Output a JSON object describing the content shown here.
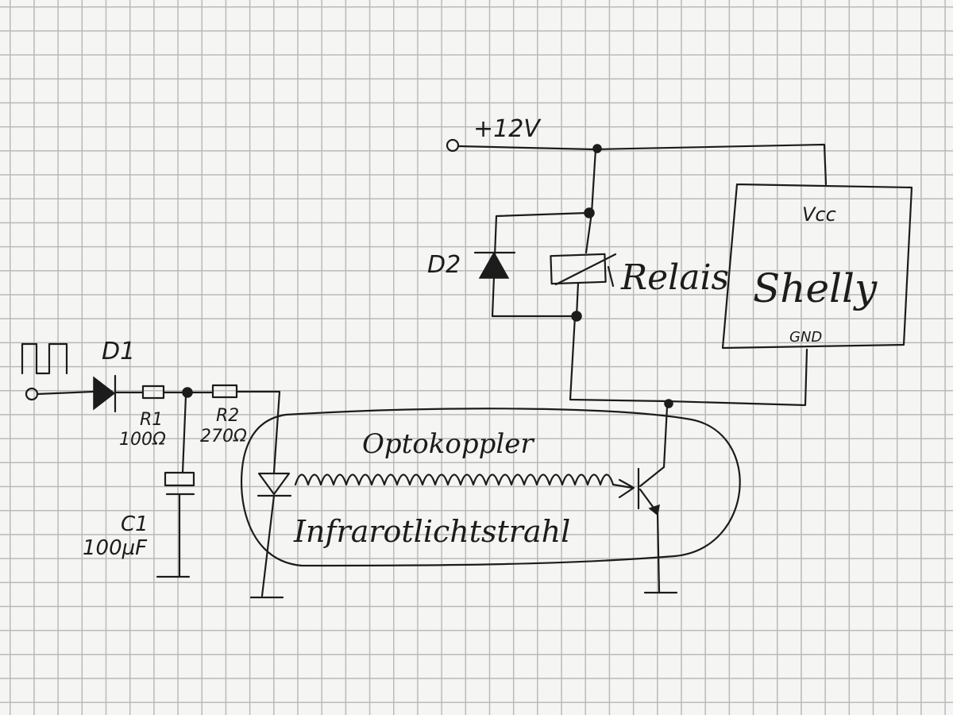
{
  "labels": {
    "supply": "+12V",
    "diode2": "D2",
    "relay": "Relais",
    "vcc": "Vcc",
    "shelly": "Shelly",
    "gnd": "GND",
    "diode1": "D1",
    "r1_name": "R1",
    "r1_value": "100Ω",
    "r2_name": "R2",
    "r2_value": "270Ω",
    "c1_name": "C1",
    "c1_value": "100µF",
    "optocoupler": "Optokoppler",
    "ir_beam": "Infrarotlichtstrahl"
  },
  "colors": {
    "ink": "#1c1c1c",
    "paper": "#f5f5f3",
    "grid": "#b9b9b9"
  }
}
